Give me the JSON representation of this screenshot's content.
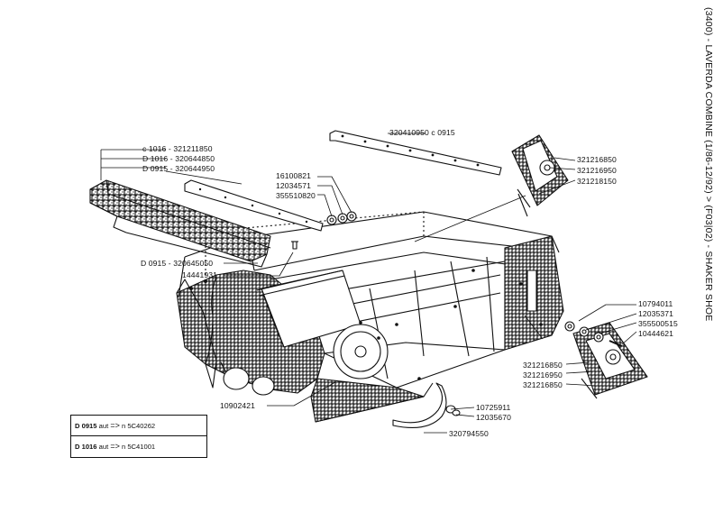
{
  "title": "(3400) - LAVERDA COMBINE (1/86-12/92) > (F03|02) - SHAKER SHOE",
  "labels": {
    "p1": "320410950 c 0915",
    "p2": "c 1016 - 321211850",
    "p3": "D 1016 - 320644850",
    "p4": "D 0915 - 320644950",
    "p5": "16100821",
    "p6": "12034571",
    "p7": "355510820",
    "p8": "D 0915 - 320645050",
    "p9": "14441931",
    "p10": "321216850",
    "p11": "321216950",
    "p12": "321218150",
    "p13": "10794011",
    "p14": "12035371",
    "p15": "355500515",
    "p16": "10444621",
    "p17": "321216850",
    "p18": "321216950",
    "p19": "321216850",
    "p20": "10902421",
    "p21": "10725911",
    "p22": "12035670",
    "p23": "320794550"
  },
  "serials": [
    {
      "code": "D 0915",
      "aut": "aut",
      "arrow": "=>",
      "n": "n",
      "serial": "5C40262"
    },
    {
      "code": "D 1016",
      "aut": "aut",
      "arrow": "=>",
      "n": "n",
      "serial": "5C41001"
    }
  ]
}
